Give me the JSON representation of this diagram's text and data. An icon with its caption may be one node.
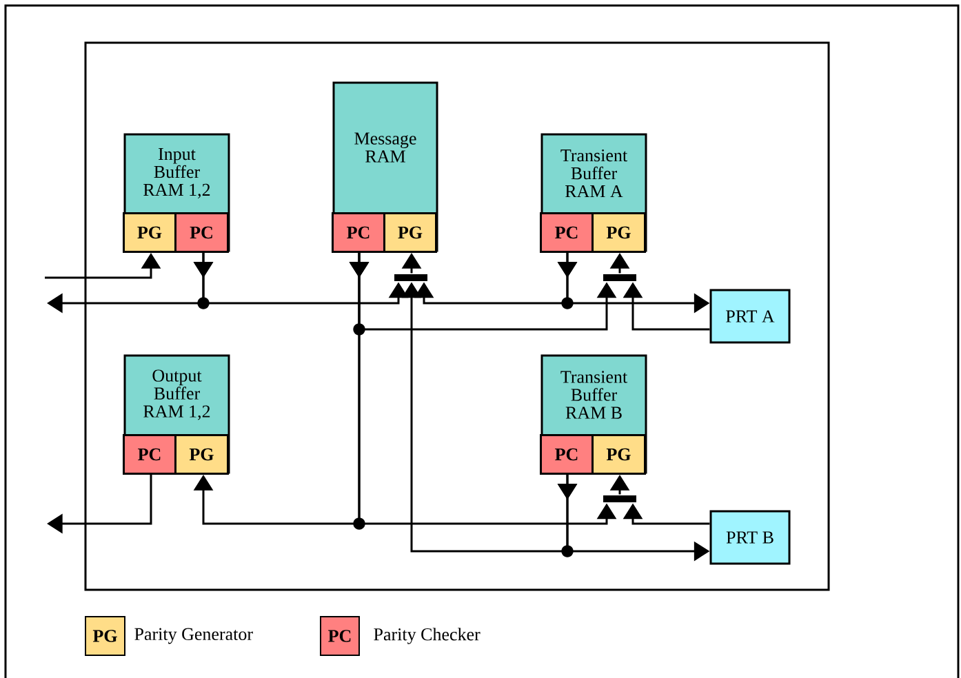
{
  "diagram": {
    "nodes": [
      {
        "text": [
          "Input Buffer RAM 1,2"
        ]
      },
      {
        "text": [
          "PG"
        ],
        "in": 0
      },
      {
        "text": [
          "PC"
        ],
        "in": 0
      },
      {
        "text": [
          "Message RAM"
        ]
      },
      {
        "text": [
          "PC"
        ],
        "in": 3
      },
      {
        "text": [
          "PG"
        ],
        "in": 3
      },
      {
        "text": [
          "Transient Buffer RAM A"
        ]
      },
      {
        "text": [
          "PC"
        ],
        "in": 6
      },
      {
        "text": [
          "PG"
        ],
        "in": 6
      },
      {
        "text": [],
        "shape": "bar"
      },
      {
        "text": [],
        "shape": "bar"
      },
      {
        "text": [
          "PRT A"
        ]
      },
      {
        "text": [
          "Output Buffer RAM 1,2"
        ]
      },
      {
        "text": [
          "PC"
        ],
        "in": 12
      },
      {
        "text": [
          "PG"
        ],
        "in": 12
      },
      {
        "text": [
          "Transient Buffer RAM B"
        ]
      },
      {
        "text": [
          "PC"
        ],
        "in": 15
      },
      {
        "text": [
          "PG"
        ],
        "in": 15
      },
      {
        "text": [],
        "shape": "bar"
      },
      {
        "text": [
          "PRT B"
        ]
      }
    ],
    "edges": [
      {
        "from": null,
        "to": 1,
        "arrow": "to"
      },
      {
        "from": 2,
        "to": null,
        "arrow": "to"
      },
      {
        "from": 2,
        "to": 9,
        "arrow": "to"
      },
      {
        "from": 4,
        "to": 10,
        "arrow": "to"
      },
      {
        "from": 4,
        "to": 14,
        "arrow": "to"
      },
      {
        "from": 4,
        "to": 18,
        "arrow": "to"
      },
      {
        "from": 7,
        "to": 11,
        "arrow": "to"
      },
      {
        "from": 7,
        "to": 9,
        "arrow": "to"
      },
      {
        "from": 11,
        "to": 10,
        "arrow": "to"
      },
      {
        "from": 16,
        "to": 19,
        "arrow": "to"
      },
      {
        "from": 16,
        "to": 9,
        "arrow": "to"
      },
      {
        "from": 19,
        "to": 18,
        "arrow": "to"
      },
      {
        "from": 13,
        "to": null,
        "arrow": "to"
      },
      {
        "from": 9,
        "to": 5,
        "arrow": "to"
      },
      {
        "from": 10,
        "to": 8,
        "arrow": "to"
      },
      {
        "from": 18,
        "to": 17,
        "arrow": "to"
      }
    ],
    "labels": [
      "PG",
      "PC"
    ],
    "legend": [
      {
        "text": "Parity Generator",
        "color": "#ffdd88"
      },
      {
        "text": "Parity Checker",
        "color": "#ff8080"
      }
    ]
  }
}
